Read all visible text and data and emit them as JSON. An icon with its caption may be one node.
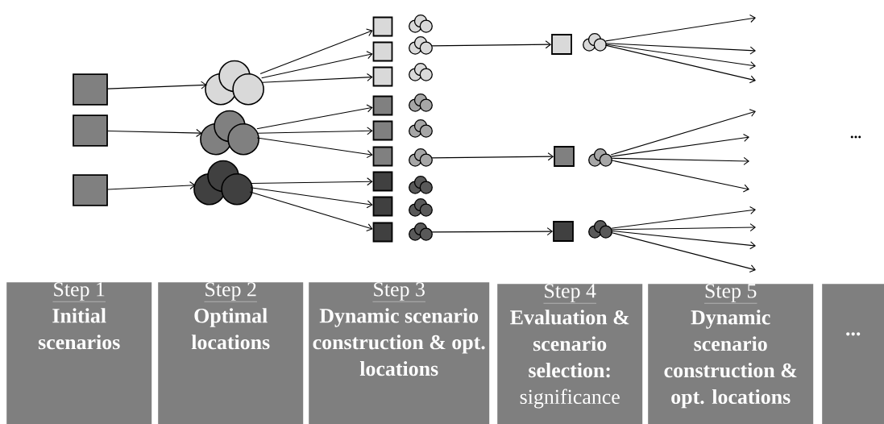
{
  "diagram": {
    "nodes": [
      {
        "text": [],
        "shape": "box"
      },
      {
        "text": [],
        "shape": "box"
      },
      {
        "text": [],
        "shape": "box"
      },
      {
        "text": [],
        "shape": "cloud"
      },
      {
        "text": [],
        "shape": "cloud"
      },
      {
        "text": [],
        "shape": "cloud"
      },
      {
        "text": [],
        "shape": "box"
      },
      {
        "text": [],
        "shape": "box"
      },
      {
        "text": [],
        "shape": "box"
      },
      {
        "text": [],
        "shape": "box"
      },
      {
        "text": [],
        "shape": "box"
      },
      {
        "text": [],
        "shape": "box"
      },
      {
        "text": [],
        "shape": "box"
      },
      {
        "text": [],
        "shape": "box"
      },
      {
        "text": [],
        "shape": "box"
      },
      {
        "text": [],
        "shape": "cloud"
      },
      {
        "text": [],
        "shape": "cloud"
      },
      {
        "text": [],
        "shape": "cloud"
      },
      {
        "text": [],
        "shape": "cloud"
      },
      {
        "text": [],
        "shape": "cloud"
      },
      {
        "text": [],
        "shape": "cloud"
      },
      {
        "text": [],
        "shape": "cloud"
      },
      {
        "text": [],
        "shape": "cloud"
      },
      {
        "text": [],
        "shape": "cloud"
      },
      {
        "text": [],
        "shape": "box"
      },
      {
        "text": [],
        "shape": "box"
      },
      {
        "text": [],
        "shape": "box"
      },
      {
        "text": [],
        "shape": "cloud"
      },
      {
        "text": [],
        "shape": "cloud"
      },
      {
        "text": [],
        "shape": "cloud"
      },
      {
        "text": [
          "Step 1",
          "Initial scenarios"
        ]
      },
      {
        "text": [
          "Step 2",
          "Optimal locations"
        ]
      },
      {
        "text": [
          "Step 3",
          "Dynamic scenario construction & opt. locations"
        ]
      },
      {
        "text": [
          "Step 4",
          "Evaluation & scenario selection:",
          "significance"
        ]
      },
      {
        "text": [
          "Step 5",
          "Dynamic scenario construction & opt. locations"
        ]
      },
      {
        "text": [
          "..."
        ]
      }
    ],
    "edges": [
      {
        "from": 0,
        "to": 3,
        "arrow": "to"
      },
      {
        "from": 1,
        "to": 4,
        "arrow": "to"
      },
      {
        "from": 2,
        "to": 5,
        "arrow": "to"
      },
      {
        "from": 3,
        "to": 6,
        "arrow": "to"
      },
      {
        "from": 3,
        "to": 7,
        "arrow": "to"
      },
      {
        "from": 3,
        "to": 8,
        "arrow": "to"
      },
      {
        "from": 4,
        "to": 9,
        "arrow": "to"
      },
      {
        "from": 4,
        "to": 10,
        "arrow": "to"
      },
      {
        "from": 4,
        "to": 11,
        "arrow": "to"
      },
      {
        "from": 5,
        "to": 12,
        "arrow": "to"
      },
      {
        "from": 5,
        "to": 13,
        "arrow": "to"
      },
      {
        "from": 5,
        "to": 14,
        "arrow": "to"
      },
      {
        "from": 16,
        "to": 24,
        "arrow": "to"
      },
      {
        "from": 20,
        "to": 25,
        "arrow": "to"
      },
      {
        "from": 23,
        "to": 26,
        "arrow": "to"
      },
      {
        "from": 27,
        "to": null,
        "arrow": "to"
      },
      {
        "from": 27,
        "to": null,
        "arrow": "to"
      },
      {
        "from": 27,
        "to": null,
        "arrow": "to"
      },
      {
        "from": 27,
        "to": null,
        "arrow": "to"
      },
      {
        "from": 28,
        "to": null,
        "arrow": "to"
      },
      {
        "from": 28,
        "to": null,
        "arrow": "to"
      },
      {
        "from": 28,
        "to": null,
        "arrow": "to"
      },
      {
        "from": 28,
        "to": null,
        "arrow": "to"
      },
      {
        "from": 29,
        "to": null,
        "arrow": "to"
      },
      {
        "from": 29,
        "to": null,
        "arrow": "to"
      },
      {
        "from": 29,
        "to": null,
        "arrow": "to"
      },
      {
        "from": 29,
        "to": null,
        "arrow": "to"
      }
    ],
    "labels": [
      "..."
    ]
  }
}
